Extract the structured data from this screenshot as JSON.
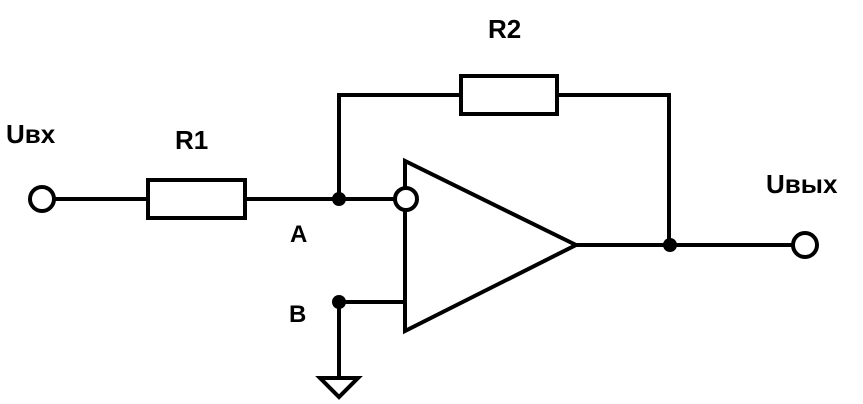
{
  "labels": {
    "input_voltage": "Uвх",
    "output_voltage": "Uвых",
    "resistor_1": "R1",
    "resistor_2": "R2",
    "node_a": "A",
    "node_b": "B"
  },
  "colors": {
    "line": "#000000",
    "background": "#ffffff"
  }
}
